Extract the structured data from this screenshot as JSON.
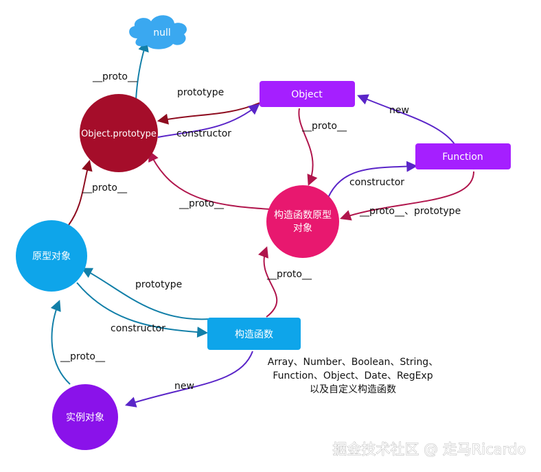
{
  "colors": {
    "null_node": "#3aa8f0",
    "object_prototype": "#a50d2a",
    "object_fn": "#a51fff",
    "function_fn": "#a51fff",
    "ctor_prototype": "#e8186f",
    "proto_object": "#0ea5ea",
    "ctor": "#0ea5ea",
    "instance": "#8a12ea",
    "edge_dark_red": "#8e0c1f",
    "edge_crimson": "#b0154c",
    "edge_purple": "#5a25c8",
    "edge_teal": "#127fa8"
  },
  "nodes": {
    "null": "null",
    "object_prototype": "Object.prototype",
    "object": "Object",
    "function": "Function",
    "ctor_prototype_line1": "构造函数原型",
    "ctor_prototype_line2": "对象",
    "proto_object": "原型对象",
    "ctor": "构造函数",
    "instance": "实例对象"
  },
  "edges": {
    "objproto_to_null": "__proto__",
    "object_prototype": "prototype",
    "objproto_constructor": "constructor",
    "function_new_object": "new",
    "object_proto": "__proto__",
    "ctorproto_constructor": "constructor",
    "function_proto_prototype": "__proto__、prototype",
    "ctorproto_to_objproto": "__proto__",
    "protoobj_to_objproto": "__proto__",
    "ctor_prototype": "prototype",
    "protoobj_constructor": "constructor",
    "ctor_proto": "__proto__",
    "instance_proto": "__proto__",
    "ctor_new": "new"
  },
  "note": {
    "line1": "Array、Number、Boolean、String、",
    "line2": "Function、Object、Date、RegExp",
    "line3": "以及自定义构造函数"
  },
  "watermark": "掘金技术社区 @ 走马Ricardo"
}
